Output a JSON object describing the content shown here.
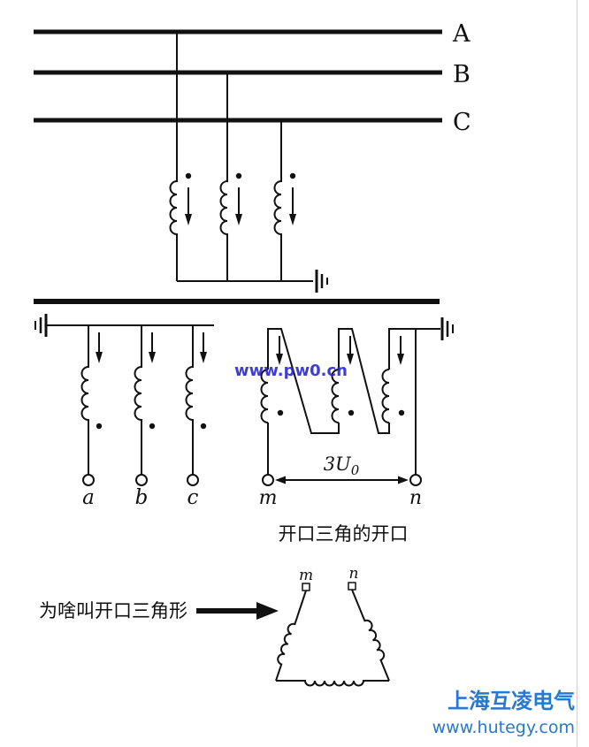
{
  "labels": {
    "bus_a": "A",
    "bus_b": "B",
    "bus_c": "C",
    "term_a": "a",
    "term_b": "b",
    "term_c": "c",
    "term_m": "m",
    "term_n": "n",
    "voltage_main": "3U",
    "voltage_sub": "0",
    "caption": "开口三角的开口",
    "question": "为啥叫开口三角形",
    "tri_m": "m",
    "tri_n": "n"
  },
  "watermark": {
    "text": "www.pw0.cn",
    "color": "#2323cc"
  },
  "footer": {
    "brand": "上海互凌电气",
    "url": "www.hutegy.com",
    "color": "#2878d0"
  },
  "colors": {
    "line": "#111111"
  }
}
